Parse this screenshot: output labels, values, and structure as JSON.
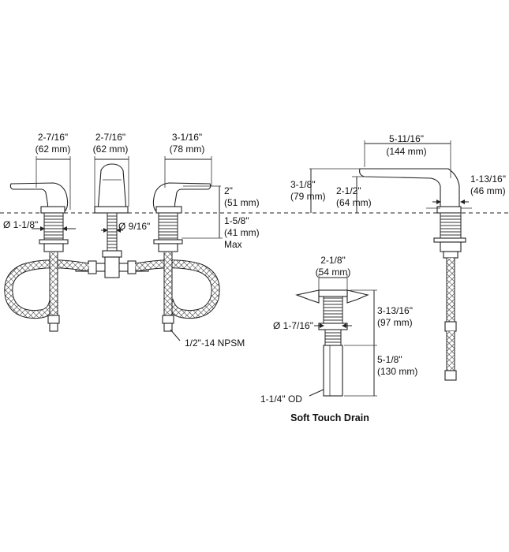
{
  "title": "Soft Touch Drain",
  "labels": {
    "handle_width": "2-7/16\"",
    "handle_width_mm": "(62 mm)",
    "spout_width": "2-7/16\"",
    "spout_width_mm": "(62 mm)",
    "right_handle_width": "3-1/16\"",
    "right_handle_width_mm": "(78 mm)",
    "handle_height": "2\"",
    "handle_height_mm": "(51 mm)",
    "deck_max": "1-5/8\"",
    "deck_max_mm": "(41 mm)",
    "max": "Max",
    "shank_dia": "Ø 1-1/8\"",
    "stem_dia": "Ø 9/16\"",
    "npsm": "1/2\"-14 NPSM",
    "spout_reach": "5-11/16\"",
    "spout_reach_mm": "(144 mm)",
    "spout_height_total": "3-1/8\"",
    "spout_height_total_mm": "(79 mm)",
    "spout_height": "2-1/2\"",
    "spout_height_mm": "(64 mm)",
    "spout_base": "1-13/16\"",
    "spout_base_mm": "(46 mm)",
    "drain_flange": "2-1/8\"",
    "drain_flange_mm": "(54 mm)",
    "drain_body_dia": "Ø 1-7/16\"",
    "drain_upper": "3-13/16\"",
    "drain_upper_mm": "(97 mm)",
    "drain_lower": "5-1/8\"",
    "drain_lower_mm": "(130 mm)",
    "tailpiece_od": "1-1/4\" OD"
  }
}
